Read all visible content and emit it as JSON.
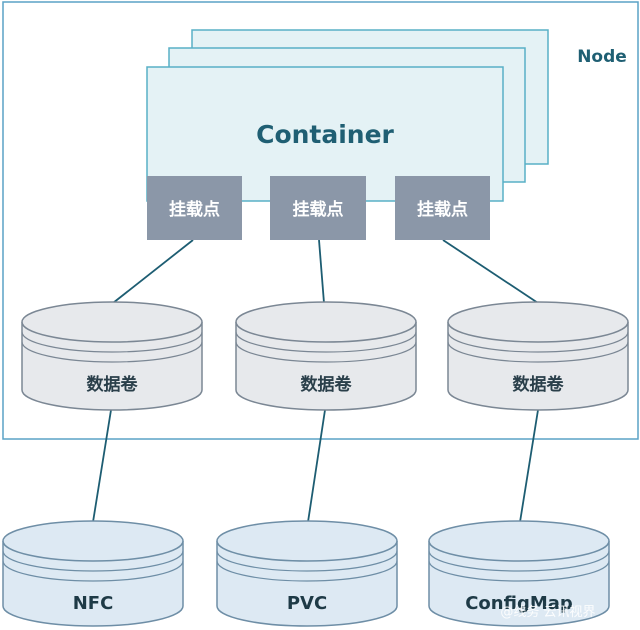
{
  "node": {
    "label": "Node"
  },
  "container": {
    "label": "Container"
  },
  "mounts": [
    {
      "label": "挂载点"
    },
    {
      "label": "挂载点"
    },
    {
      "label": "挂载点"
    }
  ],
  "volumes": [
    {
      "label": "数据卷"
    },
    {
      "label": "数据卷"
    },
    {
      "label": "数据卷"
    }
  ],
  "storages": [
    {
      "label": "NFC"
    },
    {
      "label": "PVC"
    },
    {
      "label": "ConfigMap"
    }
  ],
  "watermark": {
    "text": "@线务  云讯视界"
  },
  "colors": {
    "node_border": "#5aa2c6",
    "container_fill": "#e4f2f5",
    "container_border": "#58b0c6",
    "mount_fill": "#8b97a8",
    "volume_fill": "#e7e9ec",
    "storage_fill": "#dde9f3",
    "line": "#1d5d72"
  }
}
